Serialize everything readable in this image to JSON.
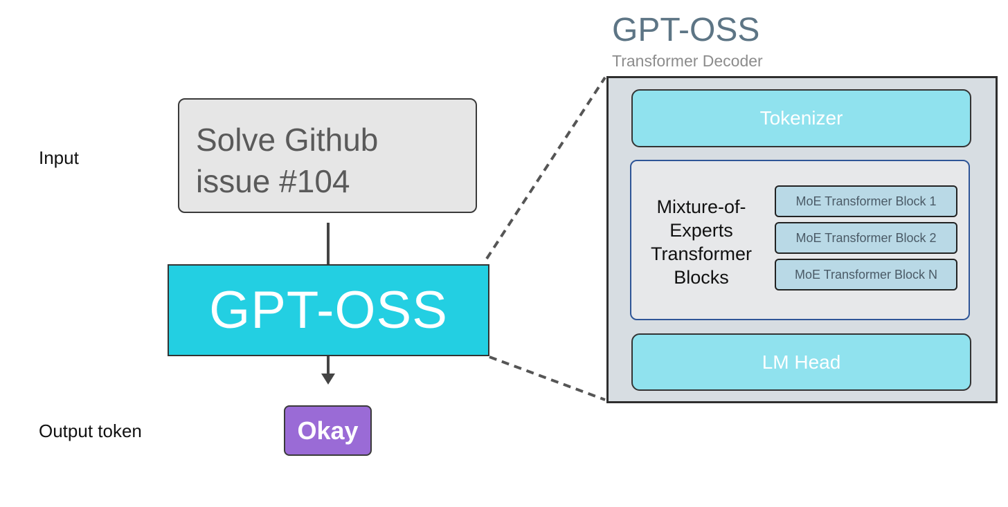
{
  "labels": {
    "input": "Input",
    "output_token": "Output token"
  },
  "input_box": {
    "lines": [
      "Solve Github",
      "issue #104"
    ]
  },
  "model_box": {
    "label": "GPT-OSS"
  },
  "output_token_box": {
    "label": "Okay"
  },
  "decoder": {
    "title": "GPT-OSS",
    "subtitle": "Transformer Decoder",
    "tokenizer": "Tokenizer",
    "moe_group": {
      "title_lines": [
        "Mixture-of-",
        "Experts",
        "Transformer",
        "Blocks"
      ],
      "blocks": [
        "MoE Transformer Block 1",
        "MoE Transformer Block 2",
        "MoE Transformer Block N"
      ]
    },
    "lm_head": "LM Head"
  },
  "colors": {
    "model": "#23cfe2",
    "token": "#9a6bd6",
    "input_box": "#e6e6e6",
    "decoder_bg": "#d7dde2",
    "cyan_pill": "#90e2ee",
    "moe_block": "#b9d9e6",
    "moe_group_border": "#2f5597",
    "decoder_title": "#5d7585"
  }
}
